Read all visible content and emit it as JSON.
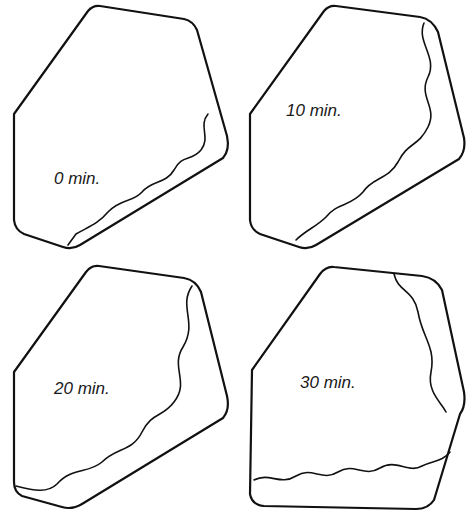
{
  "diagram": {
    "nodes": [
      {
        "text": [
          "0 min."
        ]
      },
      {
        "text": [
          "10 min."
        ]
      },
      {
        "text": [
          "20 min."
        ]
      },
      {
        "text": [
          "30 min."
        ]
      }
    ]
  }
}
